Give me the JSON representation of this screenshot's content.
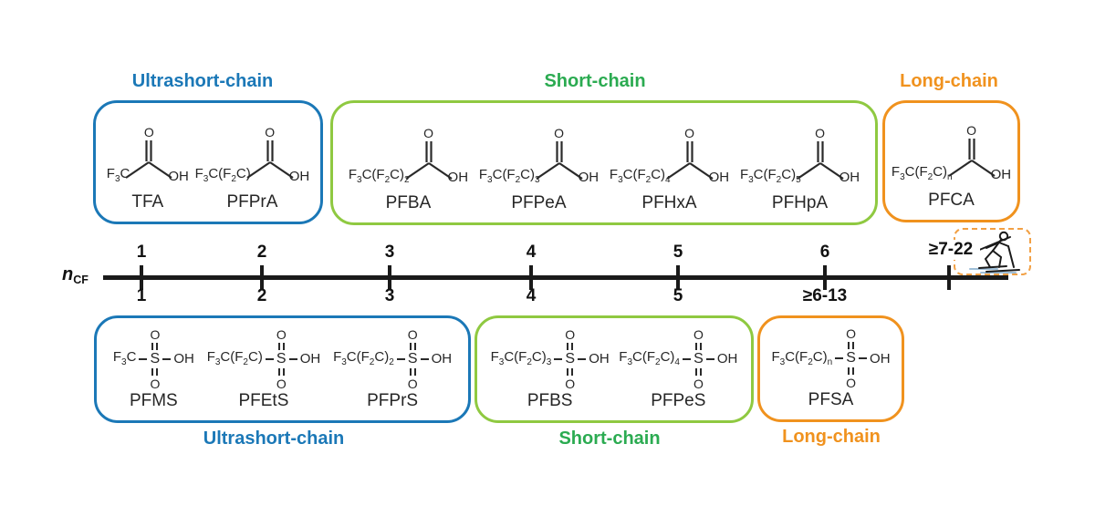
{
  "colors": {
    "ultrashort_blue": "#1b78b7",
    "short_green_text": "#2bab51",
    "short_green_border": "#8fc941",
    "long_orange": "#f0921e",
    "structure_ink": "#2a2a2a",
    "axis_ink": "#1a1a1a",
    "ski_ground": "#9fbfd8",
    "background": "#ffffff"
  },
  "axis": {
    "label_italic": "n",
    "label_subscript": "CF",
    "top_tick_labels": [
      "1",
      "2",
      "3",
      "4",
      "5",
      "6"
    ],
    "top_range_label": "≥7-22",
    "bottom_tick_labels": [
      "1",
      "2",
      "3",
      "4",
      "5"
    ],
    "bottom_range_label": "≥6-13"
  },
  "structure_labels": {
    "carbonyl_oxygen": "O",
    "hydroxyl": "OH",
    "sulfur": "S",
    "sulfonyl_oxygen": "O"
  },
  "top_row": {
    "groups": [
      {
        "label": "Ultrashort-chain",
        "compounds": [
          {
            "name": "TFA",
            "formula": "F~3~C"
          },
          {
            "name": "PFPrA",
            "formula": "F~3~C(F~2~C)"
          }
        ]
      },
      {
        "label": "Short-chain",
        "compounds": [
          {
            "name": "PFBA",
            "formula": "F~3~C(F~2~C)~2~"
          },
          {
            "name": "PFPeA",
            "formula": "F~3~C(F~2~C)~3~"
          },
          {
            "name": "PFHxA",
            "formula": "F~3~C(F~2~C)~4~"
          },
          {
            "name": "PFHpA",
            "formula": "F~3~C(F~2~C)~5~"
          }
        ]
      },
      {
        "label": "Long-chain",
        "compounds": [
          {
            "name": "PFCA",
            "formula": "F~3~C(F~2~C)~n~"
          }
        ]
      }
    ]
  },
  "bottom_row": {
    "groups": [
      {
        "label": "Ultrashort-chain",
        "compounds": [
          {
            "name": "PFMS",
            "formula": "F~3~C"
          },
          {
            "name": "PFEtS",
            "formula": "F~3~C(F~2~C)"
          },
          {
            "name": "PFPrS",
            "formula": "F~3~C(F~2~C)~2~"
          }
        ]
      },
      {
        "label": "Short-chain",
        "compounds": [
          {
            "name": "PFBS",
            "formula": "F~3~C(F~2~C)~3~"
          },
          {
            "name": "PFPeS",
            "formula": "F~3~C(F~2~C)~4~"
          }
        ]
      },
      {
        "label": "Long-chain",
        "compounds": [
          {
            "name": "PFSA",
            "formula": "F~3~C(F~2~C)~n~"
          }
        ]
      }
    ]
  }
}
